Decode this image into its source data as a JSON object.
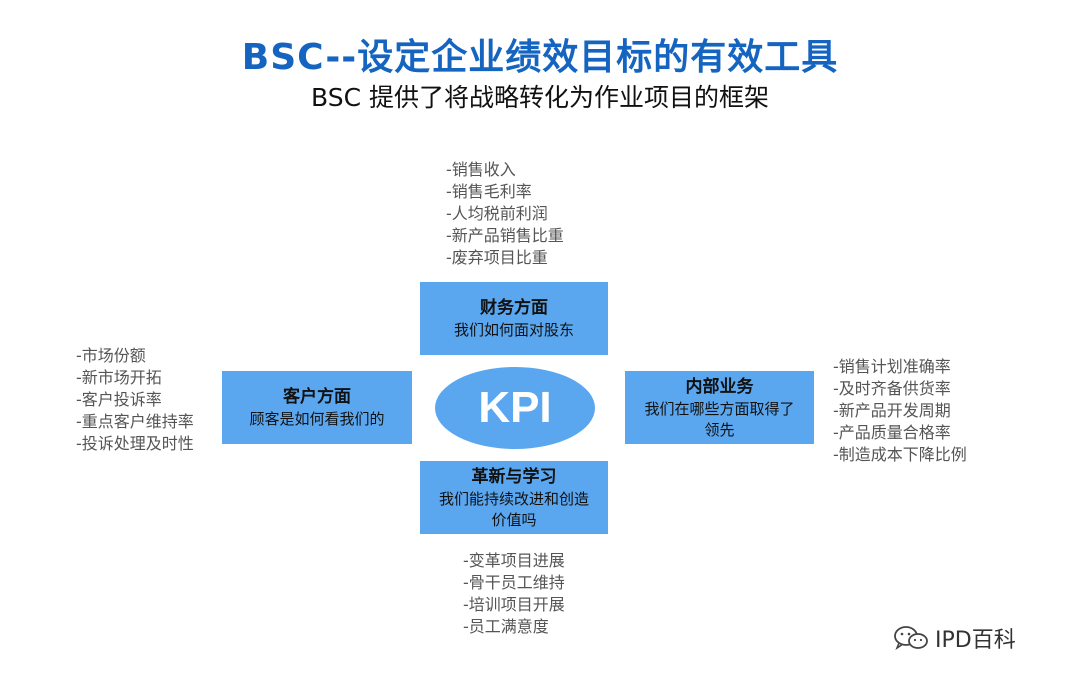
{
  "title": "BSC--设定企业绩效目标的有效工具",
  "subtitle": "BSC 提供了将战略转化为作业项目的框架",
  "center": {
    "label": "KPI"
  },
  "quadrants": {
    "top": {
      "title": "财务方面",
      "desc": "我们如何面对股东",
      "items": [
        "-销售收入",
        "-销售毛利率",
        "-人均税前利润",
        "-新产品销售比重",
        "-废弃项目比重"
      ]
    },
    "left": {
      "title": "客户方面",
      "desc": "顾客是如何看我们的",
      "items": [
        "-市场份额",
        "-新市场开拓",
        "-客户投诉率",
        "-重点客户维持率",
        "-投诉处理及时性"
      ]
    },
    "right": {
      "title": "内部业务",
      "desc": "我们在哪些方面取得了领先",
      "items": [
        "-销售计划准确率",
        "-及时齐备供货率",
        "-新产品开发周期",
        "-产品质量合格率",
        "-制造成本下降比例"
      ]
    },
    "bottom": {
      "title": "革新与学习",
      "desc": "我们能持续改进和创造价值吗",
      "items": [
        "-变革项目进展",
        "-骨干员工维持",
        "-培训项目开展",
        "-员工满意度"
      ]
    }
  },
  "watermark": {
    "icon": "wechat-icon",
    "text": "IPD百科"
  },
  "colors": {
    "title": "#1565c0",
    "box": "#5aa7f0",
    "list_text": "#555555"
  }
}
